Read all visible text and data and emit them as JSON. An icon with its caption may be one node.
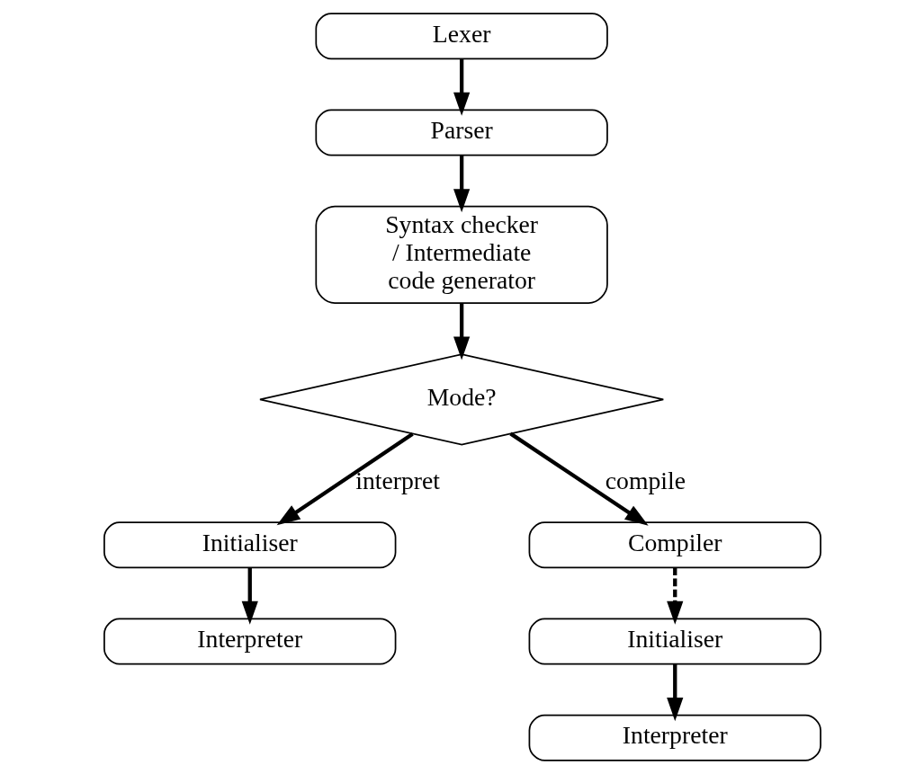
{
  "diagram": {
    "nodes": [
      {
        "text": [
          "Lexer"
        ]
      },
      {
        "text": [
          "Parser"
        ]
      },
      {
        "text": [
          "Syntax checker / Intermediate code generator"
        ]
      },
      {
        "text": [
          "Mode?"
        ]
      },
      {
        "text": [
          "Initialiser"
        ]
      },
      {
        "text": [
          "Interpreter"
        ]
      },
      {
        "text": [
          "Compiler"
        ]
      },
      {
        "text": [
          "Initialiser"
        ]
      },
      {
        "text": [
          "Interpreter"
        ]
      }
    ],
    "edges": [
      {
        "from": 0,
        "to": 1,
        "arrow": "to"
      },
      {
        "from": 1,
        "to": 2,
        "arrow": "to"
      },
      {
        "from": 2,
        "to": 3,
        "arrow": "to"
      },
      {
        "from": 3,
        "to": 4,
        "arrow": "to",
        "label": "interpret"
      },
      {
        "from": 3,
        "to": 6,
        "arrow": "to",
        "label": "compile"
      },
      {
        "from": 4,
        "to": 5,
        "arrow": "to"
      },
      {
        "from": 6,
        "to": 7,
        "arrow": "to",
        "style": "dashed"
      },
      {
        "from": 7,
        "to": 8,
        "arrow": "to"
      }
    ]
  }
}
